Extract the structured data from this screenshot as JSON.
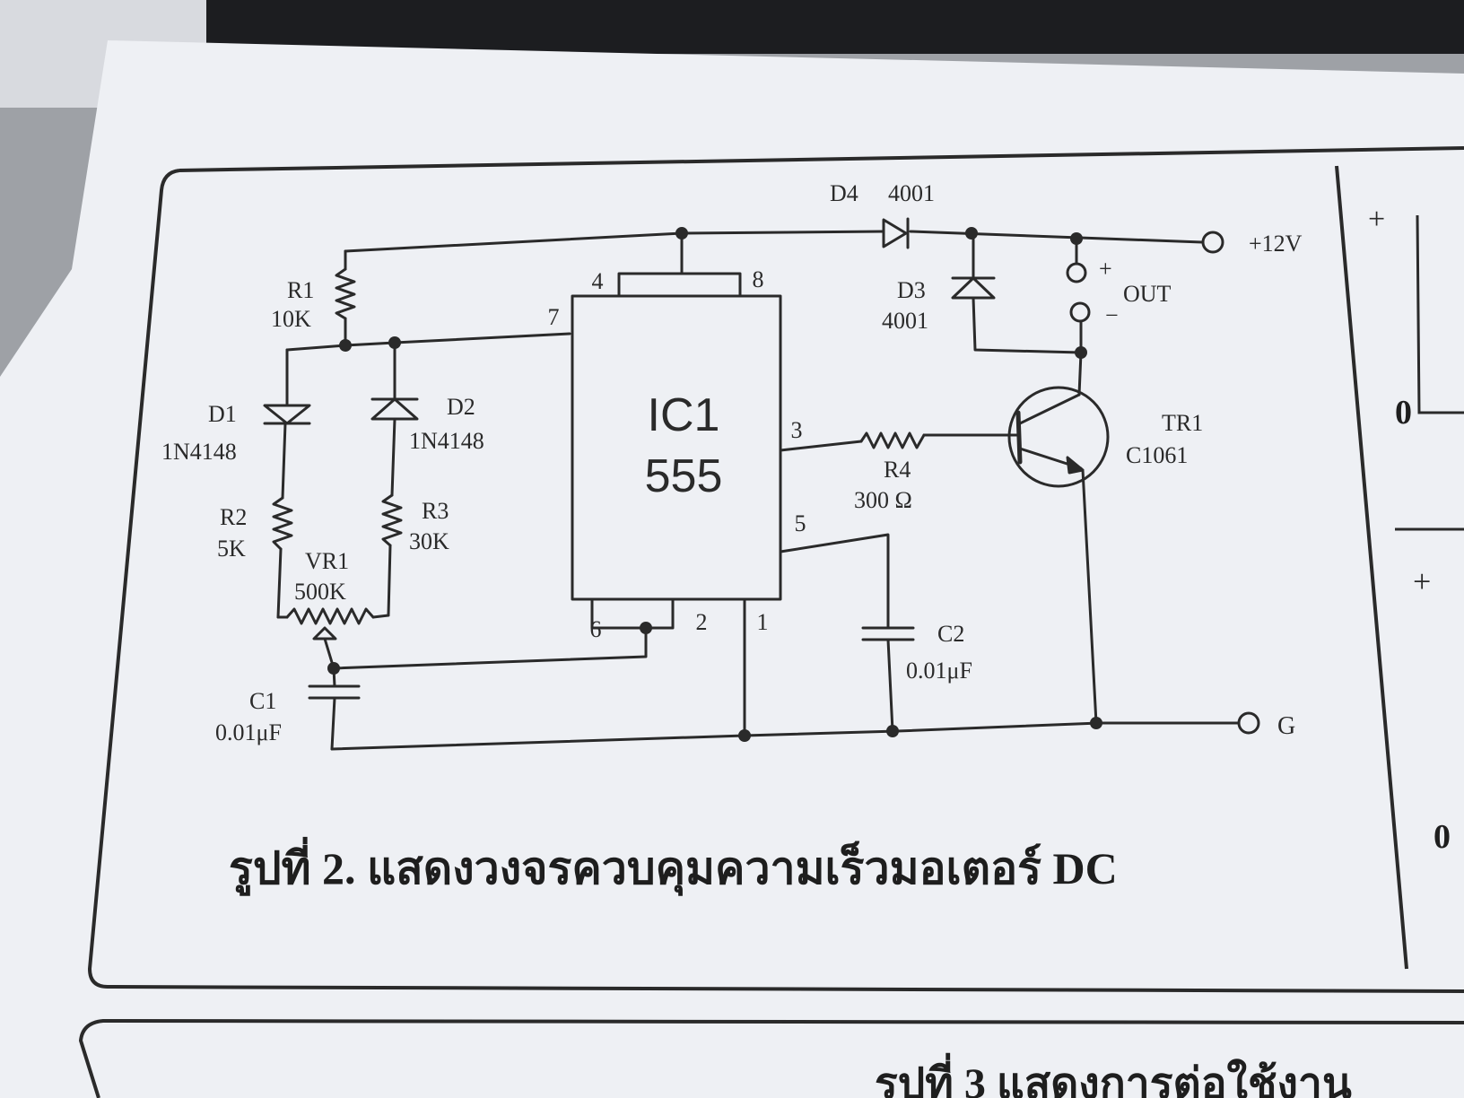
{
  "figure": {
    "caption": "รูปที่ 2. แสดงวงจรควบคุมความเร็วมอเตอร์ DC",
    "next_caption": "รูปที่ 3 แสดงการต่อใช้งาน"
  },
  "ic": {
    "name": "IC1",
    "part": "555",
    "pins": {
      "p4": "4",
      "p8": "8",
      "p7": "7",
      "p3": "3",
      "p5": "5",
      "p6": "6",
      "p2": "2",
      "p1": "1"
    }
  },
  "components": {
    "r1": {
      "name": "R1",
      "value": "10K"
    },
    "r2": {
      "name": "R2",
      "value": "5K"
    },
    "r3": {
      "name": "R3",
      "value": "30K"
    },
    "r4": {
      "name": "R4",
      "value": "300 Ω"
    },
    "vr1": {
      "name": "VR1",
      "value": "500K"
    },
    "d1": {
      "name": "D1",
      "value": "1N4148"
    },
    "d2": {
      "name": "D2",
      "value": "1N4148"
    },
    "d3": {
      "name": "D3",
      "value": "4001"
    },
    "d4": {
      "name": "D4",
      "value": "4001"
    },
    "c1": {
      "name": "C1",
      "value": "0.01μF"
    },
    "c2": {
      "name": "C2",
      "value": "0.01μF"
    },
    "tr1": {
      "name": "TR1",
      "value": "C1061"
    }
  },
  "terminals": {
    "vcc": "+12V",
    "out": "OUT",
    "out_plus": "+",
    "out_minus": "−",
    "gnd": "G"
  },
  "side_panel": {
    "plus_top": "+",
    "zero_mid": "0",
    "plus_low": "+",
    "zero_low": "0"
  },
  "colors": {
    "paper": "#eef0f4",
    "ink": "#2a2a2a",
    "background": "#9a9da2"
  }
}
